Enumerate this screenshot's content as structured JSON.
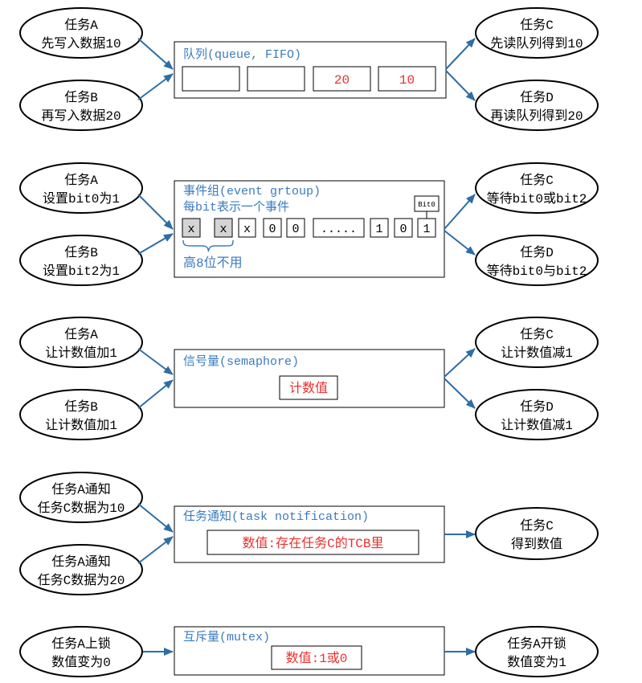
{
  "colors": {
    "arrow": "#2e6da6",
    "label": "#3a7bbf",
    "value": "#e8312f",
    "shade": "#d4d4d4"
  },
  "queue": {
    "writer_a": {
      "line1": "任务A",
      "line2": "先写入数据10"
    },
    "writer_b": {
      "line1": "任务B",
      "line2": "再写入数据20"
    },
    "title": "队列(queue, FIFO)",
    "cells": [
      "",
      "",
      "20",
      "10"
    ],
    "reader_c": {
      "line1": "任务C",
      "line2": "先读队列得到10"
    },
    "reader_d": {
      "line1": "任务D",
      "line2": "再读队列得到20"
    }
  },
  "event_group": {
    "setter_a": {
      "line1": "任务A",
      "line2": "设置bit0为1"
    },
    "setter_b": {
      "line1": "任务B",
      "line2": "设置bit2为1"
    },
    "title": "事件组(event grtoup)",
    "subtitle": "每bit表示一个事件",
    "bit0_label": "Bit0",
    "bits": [
      "x",
      "x",
      "x",
      "0",
      "0",
      ".....",
      "1",
      "0",
      "1"
    ],
    "unused_note": "高8位不用",
    "waiter_c": {
      "line1": "任务C",
      "line2": "等待bit0或bit2"
    },
    "waiter_d": {
      "line1": "任务D",
      "line2": "等待bit0与bit2"
    }
  },
  "semaphore": {
    "giver_a": {
      "line1": "任务A",
      "line2": "让计数值加1"
    },
    "giver_b": {
      "line1": "任务B",
      "line2": "让计数值加1"
    },
    "title": "信号量(semaphore)",
    "value_label": "计数值",
    "taker_c": {
      "line1": "任务C",
      "line2": "让计数值减1"
    },
    "taker_d": {
      "line1": "任务D",
      "line2": "让计数值减1"
    }
  },
  "task_notification": {
    "notifier_1": {
      "line1": "任务A通知",
      "line2": "任务C数据为10"
    },
    "notifier_2": {
      "line1": "任务A通知",
      "line2": "任务C数据为20"
    },
    "title": "任务通知(task notification)",
    "value_label": "数值:存在任务C的TCB里",
    "receiver": {
      "line1": "任务C",
      "line2": "得到数值"
    }
  },
  "mutex": {
    "locker": {
      "line1": "任务A上锁",
      "line2": "数值变为0"
    },
    "title": "互斥量(mutex)",
    "value_label": "数值:1或0",
    "unlocker": {
      "line1": "任务A开锁",
      "line2": "数值变为1"
    }
  }
}
